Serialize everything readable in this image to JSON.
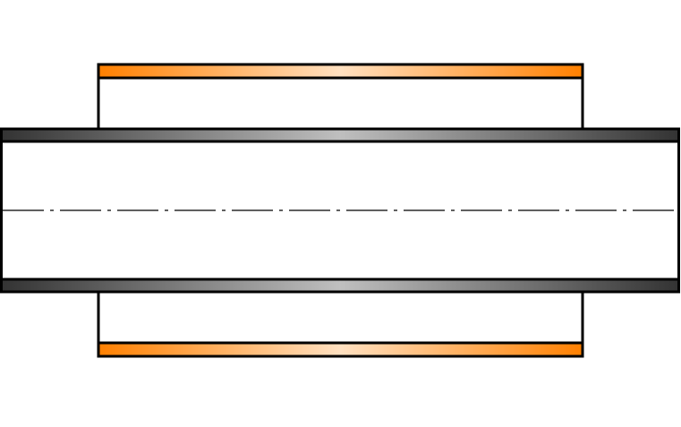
{
  "diagram": {
    "components": [
      {
        "id": "outer-sleeve",
        "shape": "rectangle-outline",
        "fill": "#ffffff",
        "stroke": "#000000"
      },
      {
        "id": "outer-sleeve-band-top",
        "shape": "gradient-band",
        "gradient": "orange-cream-orange"
      },
      {
        "id": "outer-sleeve-band-bottom",
        "shape": "gradient-band",
        "gradient": "orange-cream-orange"
      },
      {
        "id": "inner-pipe",
        "shape": "rectangle-outline",
        "fill": "#ffffff",
        "stroke": "#000000"
      },
      {
        "id": "inner-pipe-wall-top",
        "shape": "gradient-band",
        "gradient": "dark-gray-light-gray-dark-gray"
      },
      {
        "id": "inner-pipe-wall-bottom",
        "shape": "gradient-band",
        "gradient": "dark-gray-light-gray-dark-gray"
      },
      {
        "id": "centerline",
        "shape": "dash-dot-line",
        "stroke": "#000000"
      }
    ],
    "colors": {
      "orange_edge": "#ff8000",
      "orange_mid": "#ffe0c0",
      "gray_edge": "#333333",
      "gray_mid": "#bfbfbf",
      "outline": "#000000",
      "background": "#ffffff"
    }
  }
}
